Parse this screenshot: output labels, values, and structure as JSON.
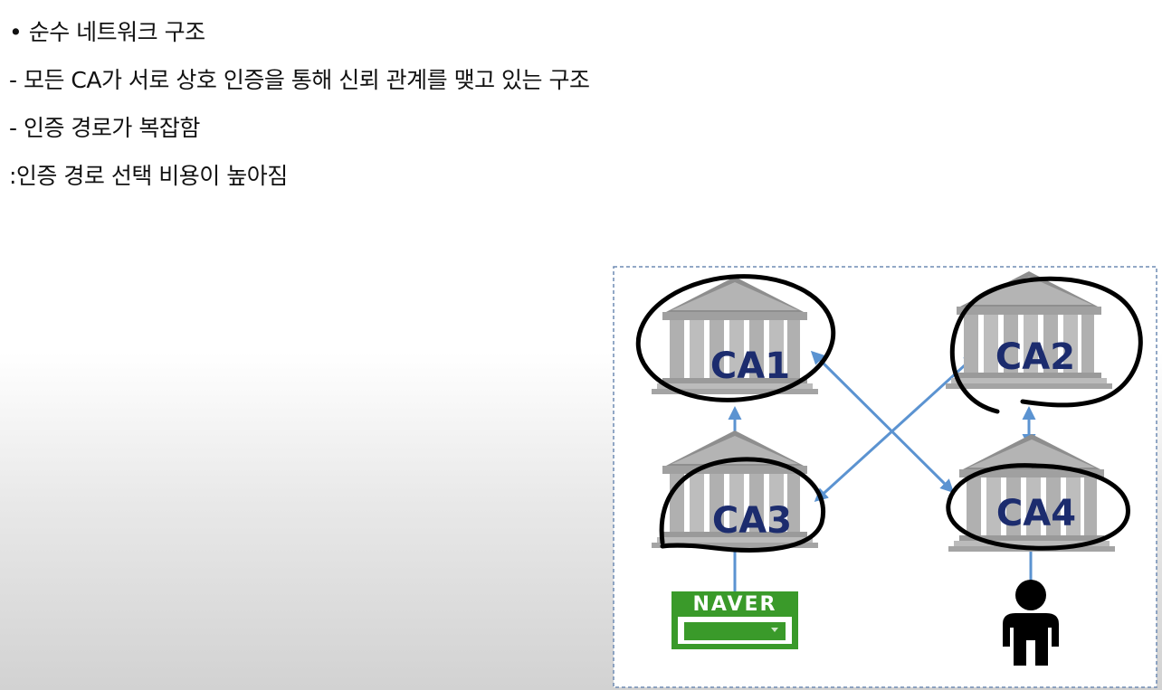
{
  "slide": {
    "lines": [
      "• 순수 네트워크 구조",
      "- 모든 CA가 서로 상호 인증을 통해 신뢰 관계를 맺고 있는 구조",
      "- 인증 경로가 복잡함",
      ":인증 경로 선택 비용이 높아짐"
    ]
  },
  "diagram": {
    "nodes": [
      {
        "label": "CA1"
      },
      {
        "label": "CA2"
      },
      {
        "label": "CA3"
      },
      {
        "label": "CA4"
      }
    ],
    "naver_label": "NAVER",
    "colors": {
      "arrow": "#5b93d1",
      "building": "#9a9a9a",
      "label": "#1c2c6e",
      "naver_green": "#3a9a2a",
      "circle": "#000000"
    }
  }
}
